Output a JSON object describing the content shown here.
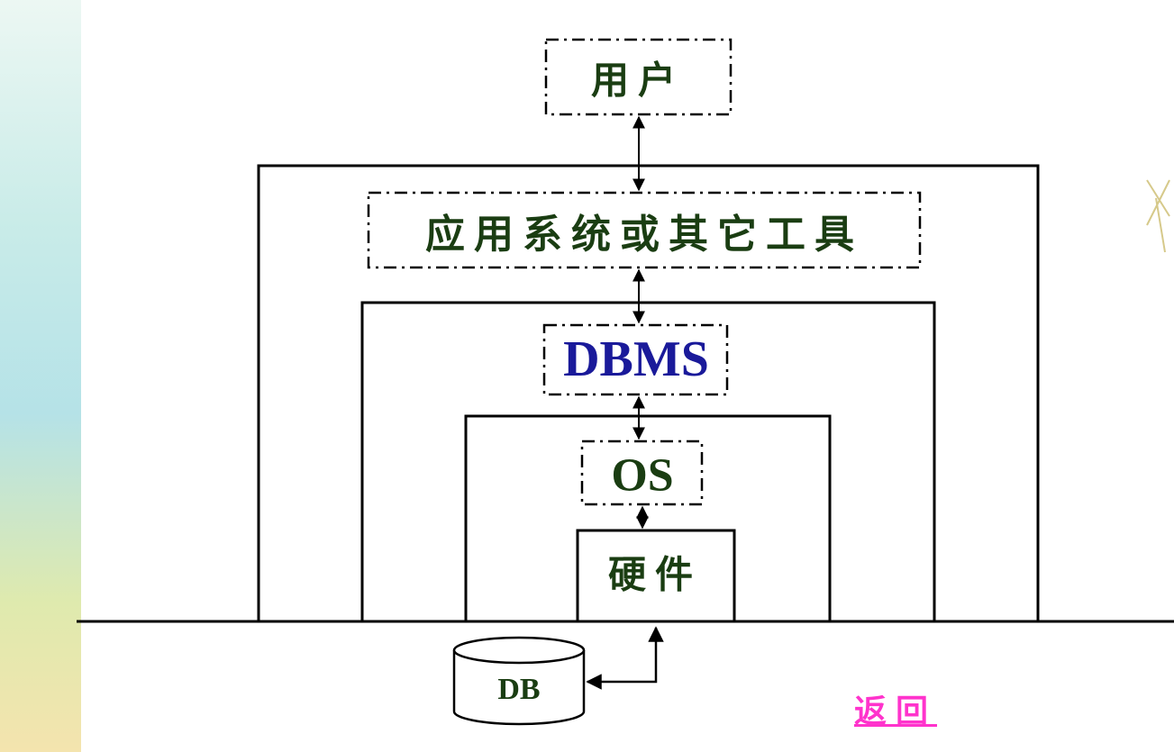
{
  "diagram": {
    "user": "用户",
    "app_tools": "应用系统或其它工具",
    "dbms": "DBMS",
    "os": "OS",
    "hardware": "硬件",
    "db": "DB"
  },
  "nav": {
    "back_label": "返回"
  },
  "colors": {
    "line": "#000000",
    "chinese_text": "#1a3d12",
    "dbms_text": "#1a1a9a",
    "link": "#ff33cc"
  }
}
